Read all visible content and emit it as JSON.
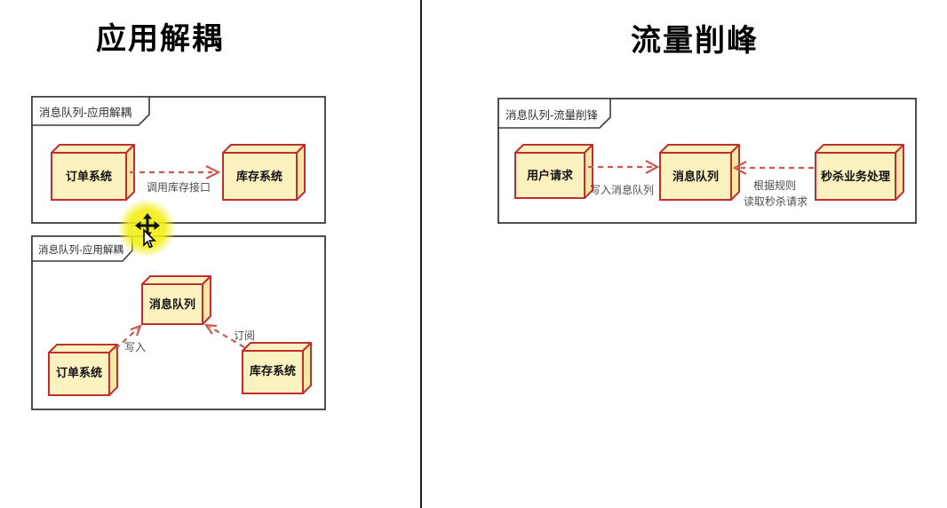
{
  "left": {
    "title": "应用解耦",
    "frame1": {
      "tab_title": "消息队列-应用解耦",
      "node_order": "订单系统",
      "node_inventory": "库存系统",
      "arrow_label": "调用库存接口"
    },
    "frame2": {
      "tab_title": "消息队列-应用解耦",
      "node_mq": "消息队列",
      "node_order": "订单系统",
      "node_inventory": "库存系统",
      "label_write": "写入",
      "label_subscribe": "订阅"
    }
  },
  "right": {
    "title": "流量削峰",
    "frame1": {
      "tab_title": "消息队列-流量削锋",
      "node_user": "用户请求",
      "node_mq": "消息队列",
      "node_seckill": "秒杀业务处理",
      "label_write": "写入消息队列",
      "label_read_line1": "根据规则",
      "label_read_line2": "读取秒杀请求"
    }
  },
  "cursor": {
    "kind": "move-pointer-with-yellow-highlight"
  },
  "colors": {
    "box_fill": "#FBF2C0",
    "box_side_fill": "#F5E8A6",
    "box_border": "#C22E2E",
    "arrow": "#C85A52",
    "frame_border": "#3A3A3A",
    "edge_label_text": "#4C4C4C",
    "cursor_highlight": "#F2EE12"
  }
}
